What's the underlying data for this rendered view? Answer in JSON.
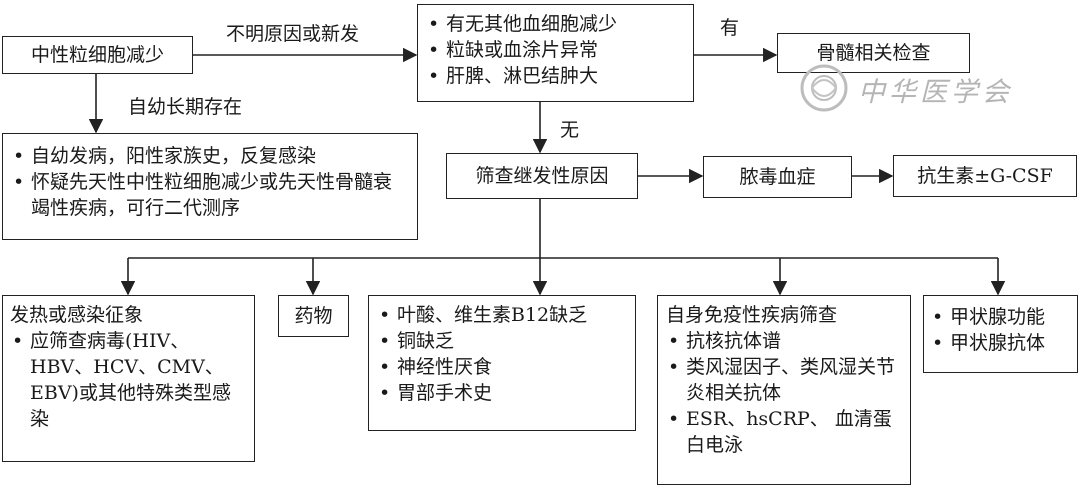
{
  "nodes": {
    "neutropenia": "中性粒细胞减少",
    "check_items": [
      "有无其他血细胞减少",
      "粒缺或血涂片异常",
      "肝脾、淋巴结肿大"
    ],
    "marrow": "骨髓相关检查",
    "congenital_items": [
      "自幼发病，阳性家族史，反复感染",
      "怀疑先天性中性粒细胞减少或先天性骨髓衰竭性疾病，可行二代测序"
    ],
    "secondary": "筛查继发性原因",
    "sepsis": "脓毒血症",
    "antibiotics": "抗生素±G-CSF",
    "infection": {
      "title": "发热或感染征象",
      "items": [
        "应筛查病毒(HIV、HBV、HCV、CMV、EBV)或其他特殊类型感染"
      ]
    },
    "drug": "药物",
    "nutrition_items": [
      "叶酸、维生素B12缺乏",
      "铜缺乏",
      "神经性厌食",
      "胃部手术史"
    ],
    "autoimmune": {
      "title": "自身免疫性疾病筛查",
      "items": [
        "抗核抗体谱",
        "类风湿因子、类风湿关节炎相关抗体",
        "ESR、hsCRP、 血清蛋白电泳"
      ]
    },
    "thyroid_items": [
      "甲状腺功能",
      "甲状腺抗体"
    ]
  },
  "edge_labels": {
    "unknown_or_new": "不明原因或新发",
    "yes": "有",
    "no": "无",
    "since_childhood": "自幼长期存在"
  },
  "watermark": "中华医学会"
}
